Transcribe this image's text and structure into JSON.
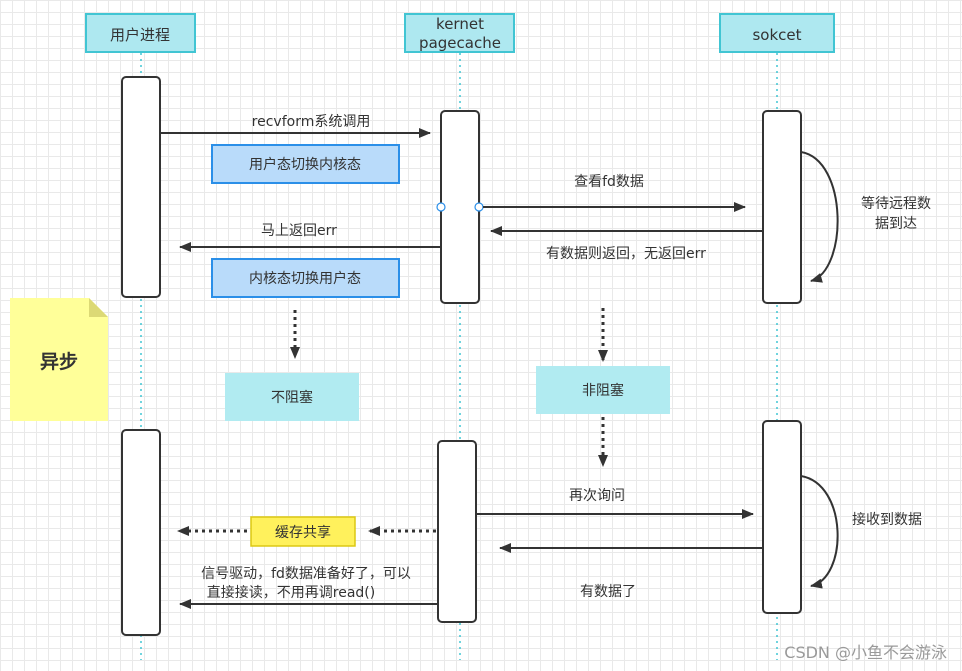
{
  "participants": {
    "user": "用户进程",
    "kernel_line1": "kernet",
    "kernel_line2": "pagecache",
    "socket": "sokcet"
  },
  "note": {
    "label": "异步"
  },
  "messages": {
    "recvform": "recvform系统调用",
    "user_to_kernel": "用户态切换内核态",
    "check_fd": "查看fd数据",
    "return_err": "马上返回err",
    "has_data_return": "有数据则返回，无返回err",
    "kernel_to_user": "内核态切换用户态",
    "wait_remote_1": "等待远程数",
    "wait_remote_2": "据到达",
    "non_block": "不阻塞",
    "non_block_2": "非阻塞",
    "poll_again": "再次询问",
    "cache_share": "缓存共享",
    "receive_data": "接收到数据",
    "signal_1": "信号驱动，fd数据准备好了，可以",
    "signal_2": "直接接读，不用再调read()",
    "has_data": "有数据了"
  },
  "watermark": "CSDN @小鱼不会游泳",
  "colors": {
    "header_fill": "#aee8f0",
    "header_stroke": "#41c5d3",
    "blue_fill": "#b9dbfa",
    "blue_stroke": "#2b8fe8",
    "cyan_fill": "#b1ebf1",
    "yellow_fill": "#fff15c",
    "yellow_stroke": "#dcc813",
    "note_fill": "#ffff99",
    "line": "#333333"
  }
}
